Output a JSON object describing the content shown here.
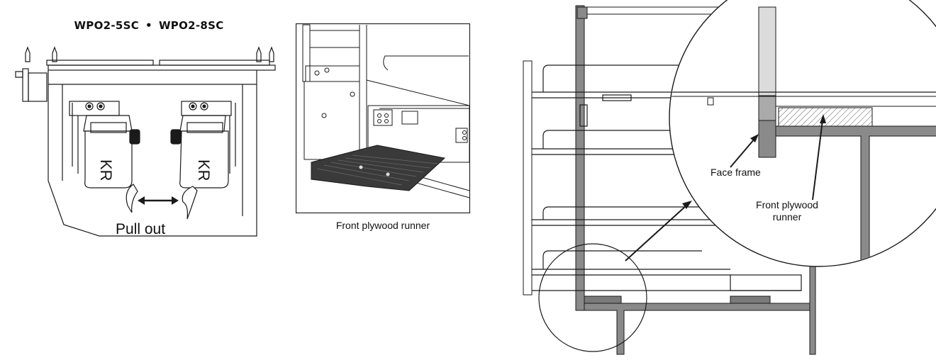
{
  "left_panel": {
    "model_a": "WPO2-5SC",
    "separator": "•",
    "model_b": "WPO2-8SC",
    "pull_label": "Pull out",
    "badge_text": "KR"
  },
  "middle_panel": {
    "caption": "Front plywood runner"
  },
  "right_panel": {
    "face_frame_label": "Face frame",
    "runner_label_line1": "Front plywood",
    "runner_label_line2": "runner"
  },
  "colors": {
    "line": "#1a1a1a",
    "frame_gray": "#8a8a8a",
    "dark_plywood": "#3a3a3a",
    "hatch": "#555555"
  }
}
